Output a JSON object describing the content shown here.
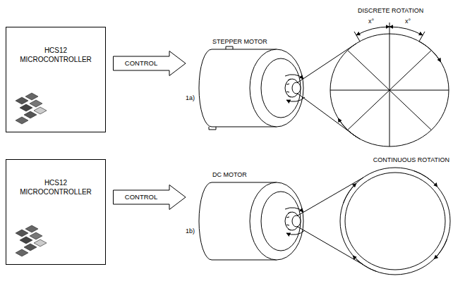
{
  "diagram": {
    "nodes": [
      {
        "text": [
          "HCS12 MICROCONTROLLER"
        ]
      },
      {
        "text": [
          "CONTROL"
        ]
      },
      {
        "text": [
          "HCS12 MICROCONTROLLER"
        ]
      },
      {
        "text": [
          "CONTROL"
        ]
      }
    ],
    "labels": [
      "DISCRETE ROTATION",
      "x°",
      "x°",
      "STEPPER MOTOR",
      "1a)",
      "DC MOTOR",
      "CONTINUOUS ROTATION",
      "1b)"
    ]
  }
}
